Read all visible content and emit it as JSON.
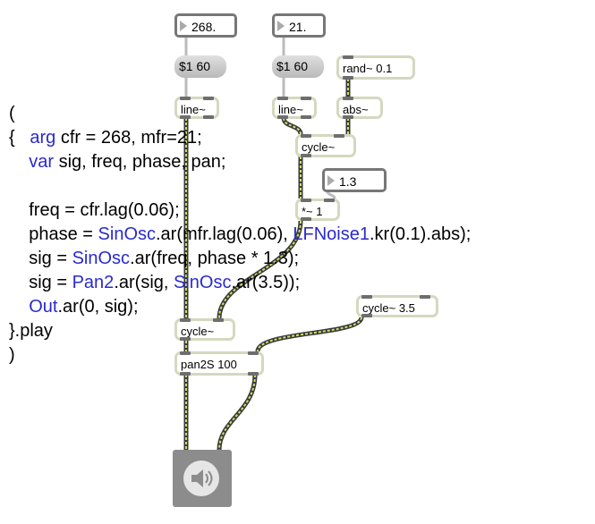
{
  "patch": {
    "number_cfr": "268.",
    "number_mfr": "21.",
    "number_mult": "1.3",
    "msg_cfr": "$1 60",
    "msg_mfr": "$1 60",
    "rand": "rand~ 0.1",
    "line1": "line~",
    "line2": "line~",
    "abs": "abs~",
    "cycle_phase": "cycle~",
    "mult": "*~ 1",
    "cycle_main": "cycle~",
    "cycle_pan": "cycle~ 3.5",
    "pan": "pan2S 100",
    "dac_icon": "speaker-icon"
  },
  "code": {
    "l0": "(",
    "l1a": "{   ",
    "l1k": "arg",
    "l1b": " cfr = 268, mfr=21;",
    "l2k": "var",
    "l2b": " sig, freq, phase, pan;",
    "l4": "freq = cfr.lag(0.06);",
    "l5a": "phase = ",
    "l5k": "SinOsc",
    "l5b": ".ar(mfr.lag(0.06), ",
    "l5k2": "LFNoise1",
    "l5c": ".kr(0.1).abs);",
    "l6a": "sig = ",
    "l6k": "SinOsc",
    "l6b": ".ar(freq, phase * 1.3);",
    "l7a": "sig = ",
    "l7k": "Pan2",
    "l7b": ".ar(sig, ",
    "l7k2": "SinOsc",
    "l7c": ".ar(3.5));",
    "l8k": "Out",
    "l8b": ".ar(0, sig);",
    "l9": "}.play",
    "l10": ")"
  },
  "colors": {
    "cable": "#c8e06a",
    "keyword": "#2a2acf"
  }
}
